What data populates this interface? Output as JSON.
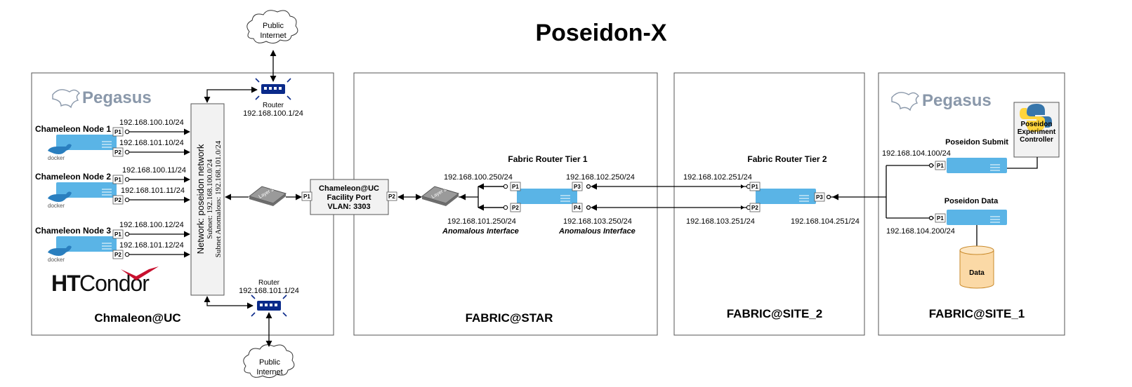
{
  "title": "Poseidon-X",
  "cloud_top": {
    "line1": "Public",
    "line2": "Internet"
  },
  "cloud_bottom": {
    "line1": "Public",
    "line2": "Internet"
  },
  "panels": {
    "uc": {
      "label": "Chmaleon@UC",
      "logo": "Pegasus",
      "htcondor": "HTCondor"
    },
    "star": {
      "label": "FABRIC@STAR"
    },
    "site2": {
      "label": "FABRIC@SITE_2"
    },
    "site1": {
      "label": "FABRIC@SITE_1",
      "logo": "Pegasus"
    }
  },
  "router_top": {
    "label": "Router",
    "ip": "192.168.100.1/24"
  },
  "router_bottom": {
    "label": "Router",
    "ip": "192.168.101.1/24"
  },
  "nodes": [
    {
      "name": "Chameleon Node 1",
      "ip1": "192.168.100.10/24",
      "ip2": "192.168.101.10/24",
      "logo": "docker"
    },
    {
      "name": "Chameleon Node 2",
      "ip1": "192.168.100.11/24",
      "ip2": "192.168.101.11/24",
      "logo": "docker"
    },
    {
      "name": "Chameleon Node 3",
      "ip1": "192.168.100.12/24",
      "ip2": "192.168.101.12/24",
      "logo": "docker"
    }
  ],
  "network": {
    "name": "Network: poseidon network",
    "subnet": "Subnet: 192.168.100.0/24",
    "subnet_anomalous": "Subnet Anomalous: 192.168.101.0/24"
  },
  "layer2": "Layer 2",
  "facility_port": {
    "line1": "Chameleon@UC",
    "line2": "Facility Port",
    "line3": "VLAN: 3303"
  },
  "tier1": {
    "title": "Fabric Router Tier 1",
    "p1_ip": "192.168.100.250/24",
    "p2_ip": "192.168.101.250/24",
    "p2_note": "Anomalous Interface",
    "p3_ip": "192.168.102.250/24",
    "p4_ip": "192.168.103.250/24",
    "p4_note": "Anomalous Interface"
  },
  "tier2": {
    "title": "Fabric Router Tier 2",
    "p1_ip": "192.168.102.251/24",
    "p2_ip": "192.168.103.251/24",
    "p3_ip": "192.168.104.251/24"
  },
  "submit": {
    "title": "Poseidon Submit",
    "ip": "192.168.104.100/24"
  },
  "data_node": {
    "title": "Poseidon Data",
    "ip": "192.168.104.200/24"
  },
  "controller": {
    "line1": "Poseidon",
    "line2": "Experiment",
    "line3": "Controller"
  },
  "data_store": "Data",
  "ports": {
    "p1": "P1",
    "p2": "P2",
    "p3": "P3",
    "p4": "P4"
  }
}
